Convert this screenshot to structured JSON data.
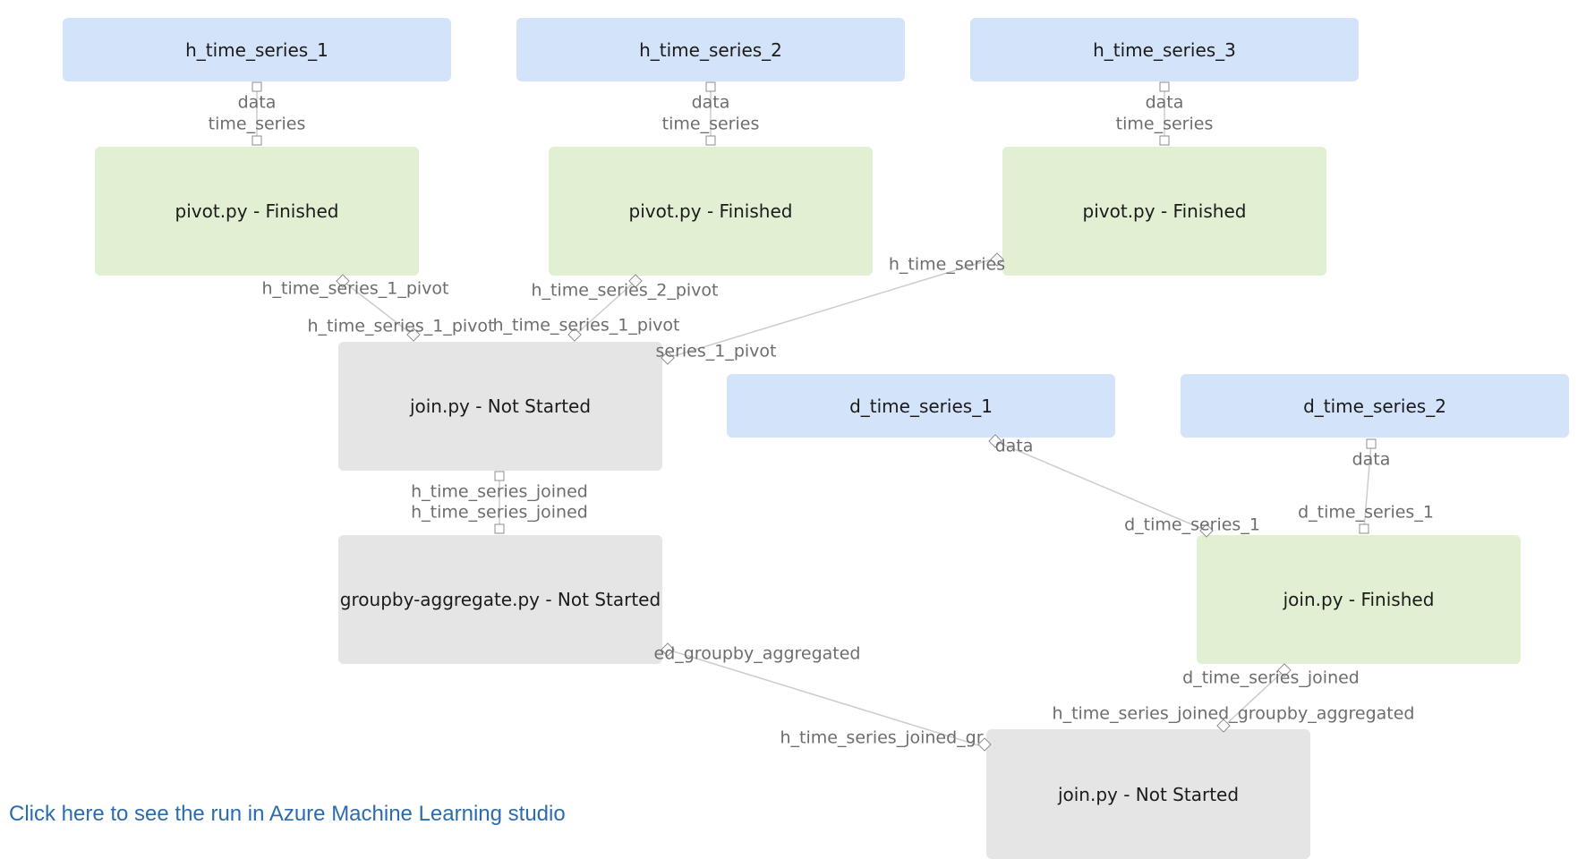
{
  "nodes": {
    "h_ts_1": "h_time_series_1",
    "h_ts_2": "h_time_series_2",
    "h_ts_3": "h_time_series_3",
    "pivot_1": "pivot.py - Finished",
    "pivot_2": "pivot.py - Finished",
    "pivot_3": "pivot.py - Finished",
    "join_h": "join.py - Not Started",
    "d_ts_1": "d_time_series_1",
    "d_ts_2": "d_time_series_2",
    "groupby": "groupby-aggregate.py - Not Started",
    "join_d": "join.py - Finished",
    "join_final": "join.py - Not Started"
  },
  "ports": {
    "data": "data",
    "time_series": "time_series",
    "h1_pivot": "h_time_series_1_pivot",
    "h2_pivot": "h_time_series_2_pivot",
    "h3_out_partial": "h_time_series",
    "join_in_1": "h_time_series_1_pivot",
    "join_in_2": "h_time_series_1_pivot",
    "join_in_3_partial": "series_1_pivot",
    "h_joined_out": "h_time_series_joined",
    "h_joined_in": "h_time_series_joined",
    "d_data_1": "data",
    "d_data_2": "data",
    "d_ts1_in_a": "d_time_series_1",
    "d_ts1_in_b": "d_time_series_1",
    "groupby_out_partial": "ed_groupby_aggregated",
    "d_joined_out": "d_time_series_joined",
    "final_in_1": "h_time_series_joined_groupby_aggregated",
    "final_in_2_partial": "h_time_series_joined_gr"
  },
  "link": {
    "text": "Click here to see the run in Azure Machine Learning studio"
  },
  "colors": {
    "data_node": "#d3e3f9",
    "finished_node": "#e1f0d2",
    "not_started_node": "#e5e5e5",
    "edge": "#cccccc",
    "link": "#2b6cb0"
  }
}
